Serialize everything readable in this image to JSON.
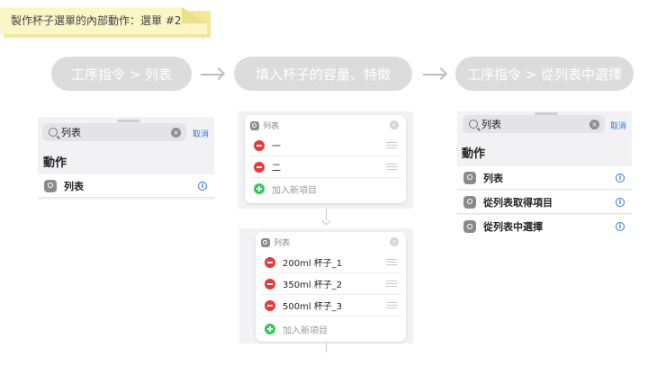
{
  "note": {
    "title": "製作杯子選單的內部動作：選單 #2"
  },
  "steps": [
    {
      "label": "工序指令 > 列表"
    },
    {
      "label": "填入杯子的容量、特徵"
    },
    {
      "label": "工序指令 > 從列表中選擇"
    }
  ],
  "panel_left": {
    "search_value": "列表",
    "cancel": "取消",
    "heading": "動作",
    "results": [
      {
        "label": "列表"
      }
    ]
  },
  "panel_mid_top": {
    "card_title": "列表",
    "items": [
      {
        "label": "一"
      },
      {
        "label": "二"
      }
    ],
    "add_label": "加入新項目"
  },
  "panel_mid_bottom": {
    "card_title": "列表",
    "items": [
      {
        "label": "200ml 杯子_1"
      },
      {
        "label": "350ml 杯子_2"
      },
      {
        "label": "500ml 杯子_3"
      }
    ],
    "add_label": "加入新項目"
  },
  "panel_right": {
    "search_value": "列表",
    "cancel": "取消",
    "heading": "動作",
    "results": [
      {
        "label": "列表"
      },
      {
        "label": "從列表取得項目"
      },
      {
        "label": "從列表中選擇"
      }
    ]
  },
  "colors": {
    "accent": "#2a7ae2",
    "delete": "#e6393a",
    "add": "#34c759",
    "pill": "#dcdcdc",
    "note": "#fbf6c6"
  }
}
